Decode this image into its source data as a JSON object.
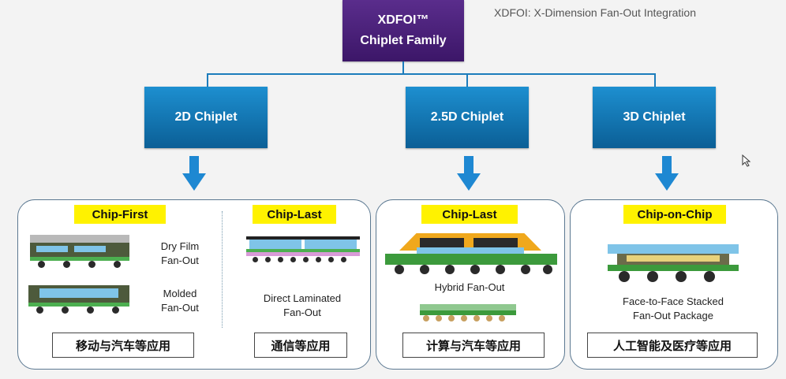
{
  "caption": "XDFOI: X-Dimension Fan-Out Integration",
  "root": {
    "line1": "XDFOI™",
    "line2": "Chiplet Family"
  },
  "tiers": [
    {
      "label": "2D Chiplet"
    },
    {
      "label": "2.5D Chiplet"
    },
    {
      "label": "3D Chiplet"
    }
  ],
  "group_2d": {
    "chip_first": {
      "tag": "Chip-First",
      "dry_film": "Dry Film\nFan-Out",
      "molded": "Molded\nFan-Out"
    },
    "chip_last": {
      "tag": "Chip-Last",
      "label": "Direct Laminated\nFan-Out",
      "app": "通信等应用"
    },
    "app": "移动与汽车等应用"
  },
  "group_25d": {
    "tag": "Chip-Last",
    "label": "Hybrid Fan-Out",
    "app": "计算与汽车等应用"
  },
  "group_3d": {
    "tag": "Chip-on-Chip",
    "label": "Face-to-Face Stacked\nFan-Out Package",
    "app": "人工智能及医疗等应用"
  },
  "colors": {
    "root": "#4a2078",
    "tier": "#1479b8",
    "tag": "#fff200",
    "arrow": "#1e88d2",
    "border": "#5b7891"
  }
}
